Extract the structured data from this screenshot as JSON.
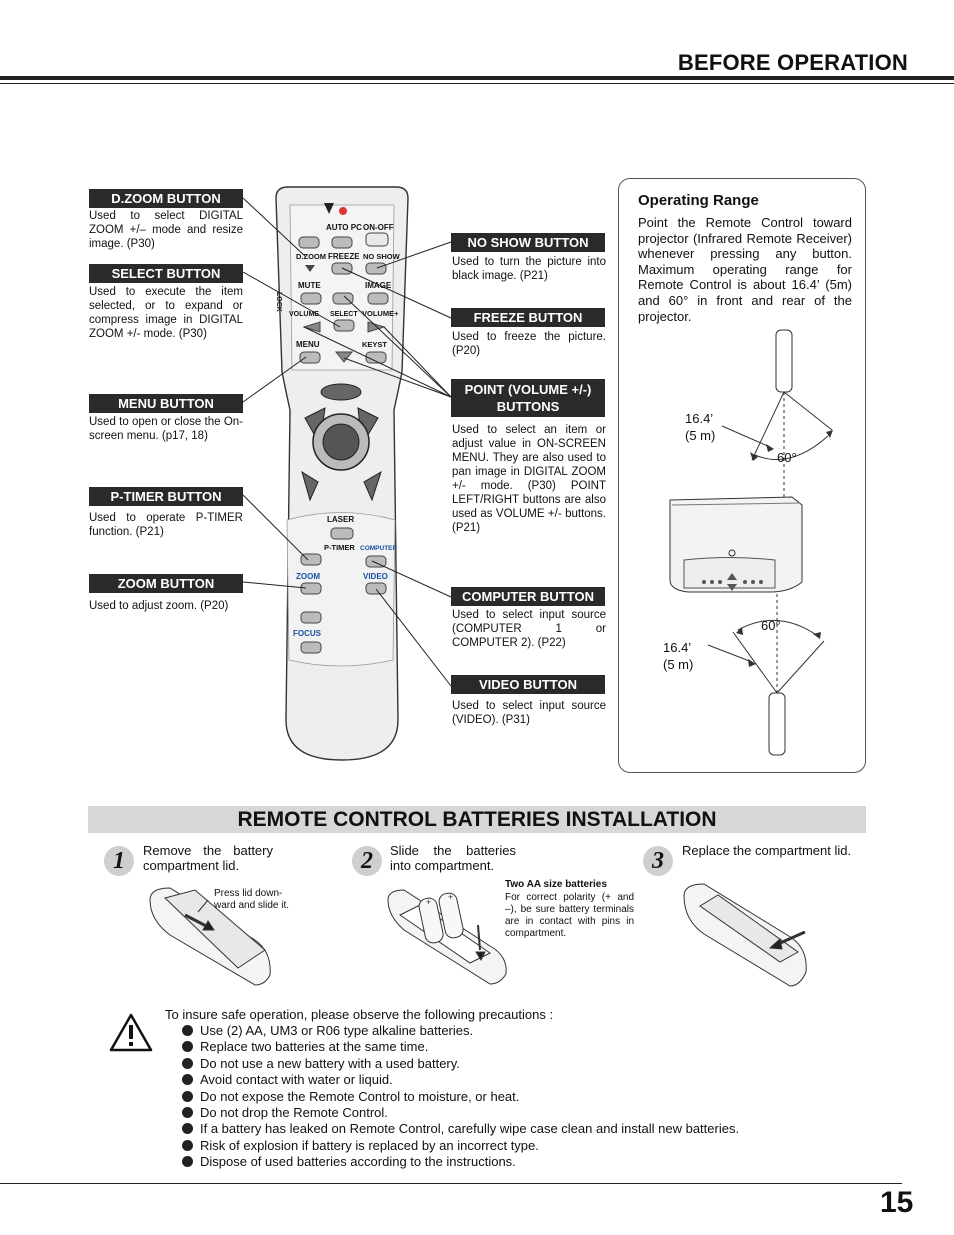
{
  "header": {
    "title": "BEFORE OPERATION"
  },
  "buttons_left": [
    {
      "label": "D.ZOOM BUTTON",
      "desc": "Used to select DIGITAL ZOOM +/– mode and resize image. (P30)"
    },
    {
      "label": "SELECT BUTTON",
      "desc": "Used to execute the item selected, or to expand or compress image in DIGITAL ZOOM +/- mode. (P30)"
    },
    {
      "label": "MENU BUTTON",
      "desc": "Used to open or close the On-screen menu. (p17, 18)"
    },
    {
      "label": "P-TIMER BUTTON",
      "desc": "Used to operate P-TIMER function. (P21)"
    },
    {
      "label": "ZOOM BUTTON",
      "desc": "Used to adjust zoom. (P20)"
    }
  ],
  "buttons_right": [
    {
      "label": "NO SHOW BUTTON",
      "desc": "Used to turn the picture into black image. (P21)"
    },
    {
      "label": "FREEZE BUTTON",
      "desc": "Used to freeze the picture. (P20)"
    },
    {
      "label": "POINT (VOLUME +/-) BUTTONS",
      "desc": "Used to select an item or adjust value in ON-SCREEN MENU. They are also used to pan image in DIGITAL ZOOM +/- mode. (P30) POINT LEFT/RIGHT buttons are also used as VOLUME +/- buttons. (P21)"
    },
    {
      "label": "COMPUTER BUTTON",
      "desc": "Used to select input source (COMPUTER 1 or COMPUTER 2). (P22)"
    },
    {
      "label": "VIDEO BUTTON",
      "desc": "Used to select input source (VIDEO). (P31)"
    }
  ],
  "remote_labels": {
    "auto_pc": "AUTO PC",
    "on_off": "ON-OFF",
    "dzoom": "D.ZOOM",
    "freeze": "FREEZE",
    "no_show": "NO SHOW",
    "mute": "MUTE",
    "image": "IMAGE",
    "volume_minus": "VOLUME",
    "select": "SELECT",
    "volume_plus": "VOLUME+",
    "menu": "MENU",
    "keystone": "KEYST",
    "lock": "LOCK",
    "laser": "LASER",
    "ptimer": "P-TIMER",
    "computer": "COMPUTER",
    "zoom": "ZOOM",
    "video": "VIDEO",
    "focus": "FOCUS"
  },
  "operating_range": {
    "title": "Operating Range",
    "desc": "Point the Remote Control toward projector (Infrared Remote Receiver) whenever pressing any button. Maximum operating range for Remote Control is about 16.4’ (5m) and 60° in front and rear of the projector.",
    "dist_top_line1": "16.4’",
    "dist_top_line2": "(5 m)",
    "angle_top": "60°",
    "angle_bottom": "60°",
    "dist_bottom_line1": "16.4’",
    "dist_bottom_line2": "(5 m)"
  },
  "batteries": {
    "title": "REMOTE CONTROL BATTERIES INSTALLATION",
    "steps": [
      {
        "num": "1",
        "text": "Remove the battery compartment lid.",
        "note": "Press lid down-ward and slide it."
      },
      {
        "num": "2",
        "text": "Slide the batteries into compartment.",
        "note_title": "Two AA size batteries",
        "note": "For correct polarity (+ and –), be sure battery terminals are in contact with pins in compartment."
      },
      {
        "num": "3",
        "text": "Replace the compartment lid."
      }
    ]
  },
  "precautions": {
    "intro": "To insure safe operation, please observe the following precautions :",
    "items": [
      "Use (2) AA, UM3 or R06 type alkaline batteries.",
      "Replace two batteries at the same time.",
      "Do not use a new battery with a used battery.",
      "Avoid contact with water or liquid.",
      "Do not expose the Remote Control to moisture, or heat.",
      "Do not drop the Remote Control.",
      "If a battery has leaked on Remote Control, carefully wipe case clean and install new batteries.",
      "Risk of explosion if battery is replaced by an incorrect type.",
      "Dispose of used batteries according to the instructions."
    ]
  },
  "footer": {
    "page": "15"
  }
}
